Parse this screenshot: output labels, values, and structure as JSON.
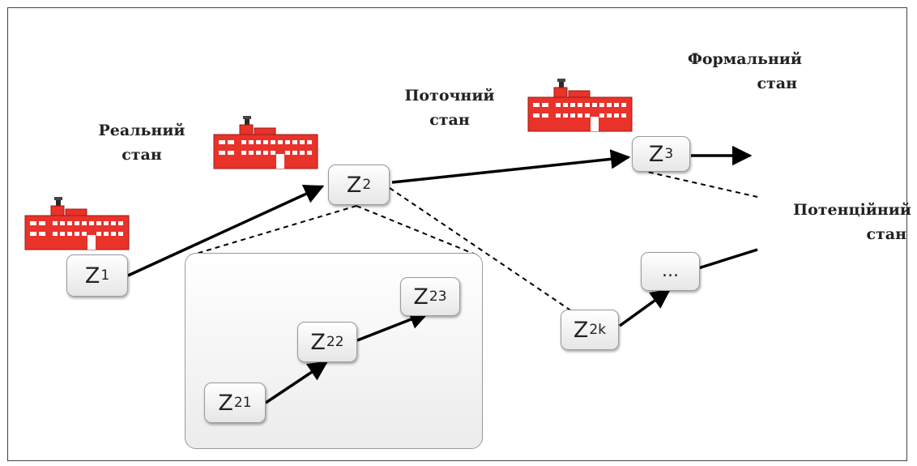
{
  "labels": {
    "real": [
      "Реальний",
      "стан"
    ],
    "current": [
      "Поточний",
      "стан"
    ],
    "formal": [
      "Формальний",
      "стан"
    ],
    "potential": [
      "Потенційний",
      "стан"
    ]
  },
  "nodes": {
    "z1": {
      "main": "Z",
      "sub": "1"
    },
    "z2": {
      "main": "Z",
      "sub": "2"
    },
    "z3": {
      "main": "Z",
      "sub": "3"
    },
    "z2k": {
      "main": "Z",
      "sub": "2k"
    },
    "ellipsis": {
      "main": "...",
      "sub": ""
    },
    "z21": {
      "main": "Z",
      "sub": "21"
    },
    "z22": {
      "main": "Z",
      "sub": "22"
    },
    "z23": {
      "main": "Z",
      "sub": "23"
    }
  },
  "icons": {
    "building": "factory-building-icon",
    "building_color": "#e8322a"
  }
}
